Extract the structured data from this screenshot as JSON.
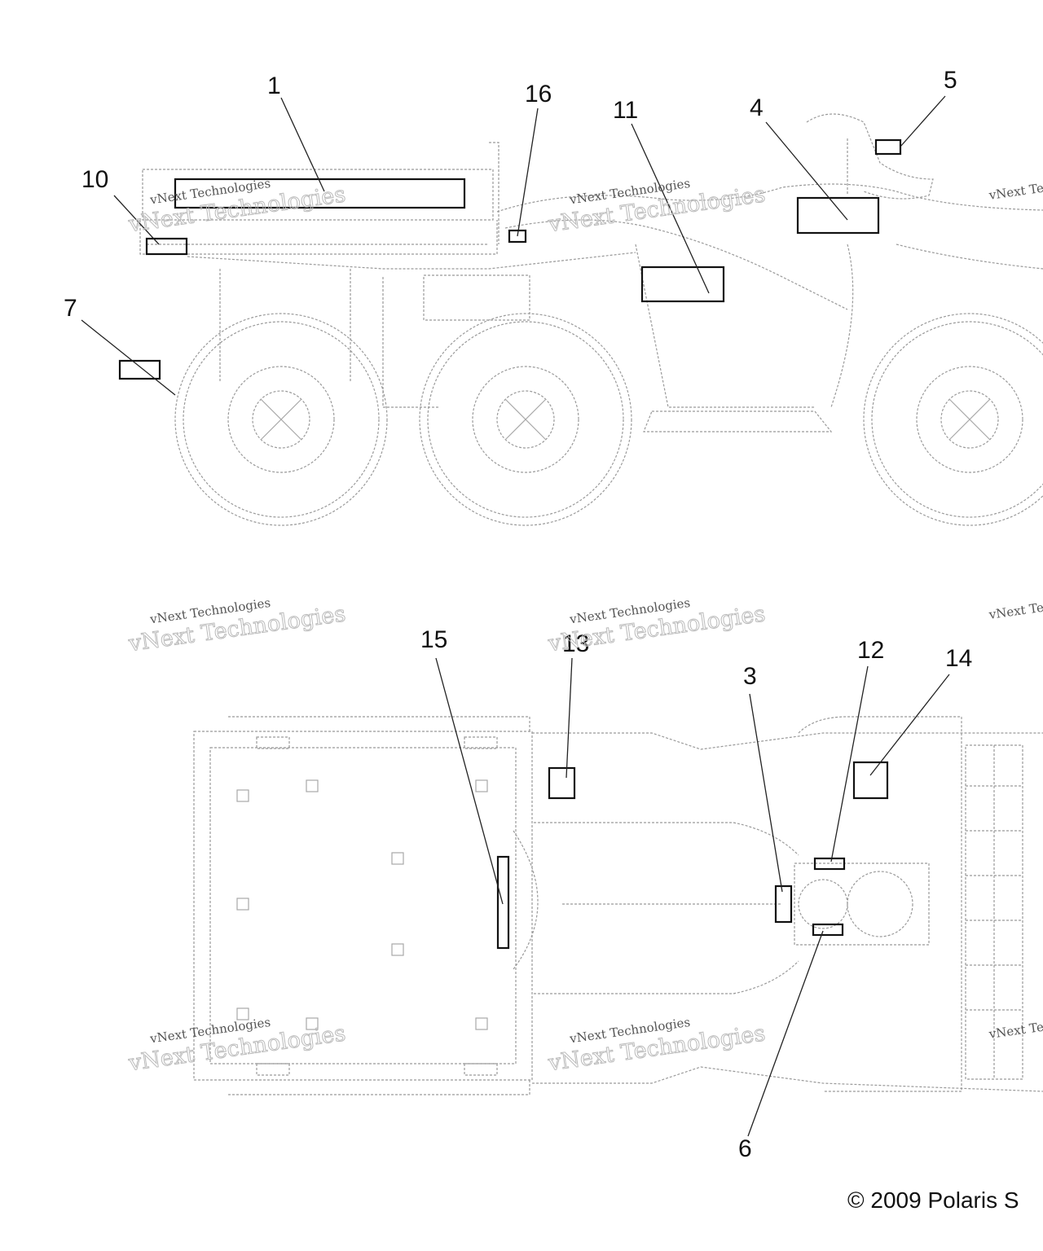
{
  "callouts": [
    {
      "id": "1",
      "label": "1"
    },
    {
      "id": "16",
      "label": "16"
    },
    {
      "id": "11",
      "label": "11"
    },
    {
      "id": "4",
      "label": "4"
    },
    {
      "id": "5",
      "label": "5"
    },
    {
      "id": "10",
      "label": "10"
    },
    {
      "id": "7",
      "label": "7"
    },
    {
      "id": "15",
      "label": "15"
    },
    {
      "id": "13",
      "label": "13"
    },
    {
      "id": "3",
      "label": "3"
    },
    {
      "id": "12",
      "label": "12"
    },
    {
      "id": "14",
      "label": "14"
    },
    {
      "id": "6",
      "label": "6"
    }
  ],
  "watermark": {
    "line1": "vNext Technologies",
    "line2": "vNext Technologies"
  },
  "copyright": "© 2009 Polaris S",
  "colors": {
    "line": "#9a9a9a",
    "label_box": "#111111",
    "text": "#111111"
  }
}
